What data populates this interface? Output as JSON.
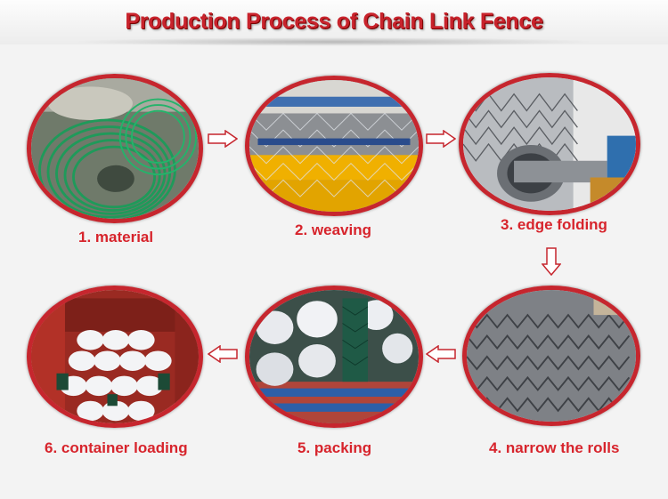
{
  "title": "Production Process of Chain Link Fence",
  "colors": {
    "accent": "#c6262e",
    "label": "#d7242c",
    "background": "#f3f3f3"
  },
  "steps": [
    {
      "label": "1. material"
    },
    {
      "label": "2. weaving"
    },
    {
      "label": "3. edge folding"
    },
    {
      "label": "4. narrow the rolls"
    },
    {
      "label": "5. packing"
    },
    {
      "label": "6. container loading"
    }
  ],
  "arrows": [
    "right-arrow-icon",
    "right-arrow-icon",
    "down-arrow-icon",
    "left-arrow-icon",
    "left-arrow-icon"
  ]
}
